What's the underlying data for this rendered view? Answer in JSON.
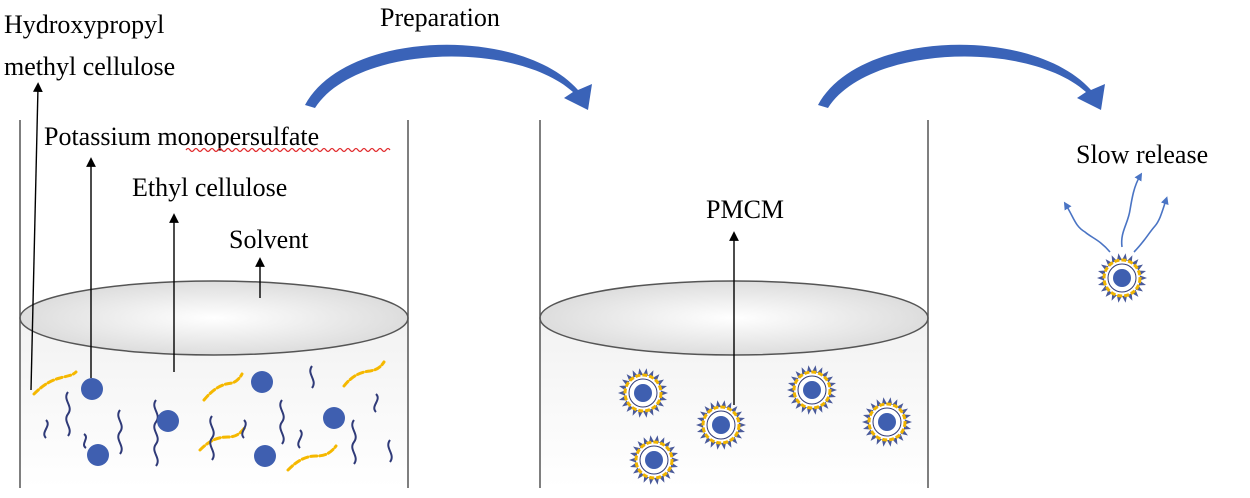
{
  "labels": {
    "hpmc_line1": "Hydroxypropyl",
    "hpmc_line2": "methyl cellulose",
    "potassium": "Potassium monopersulfate",
    "ethyl": "Ethyl cellulose",
    "solvent": "Solvent",
    "preparation": "Preparation",
    "pmcm": "PMCM",
    "slow_release": "Slow release"
  },
  "colors": {
    "dark_blue": "#2f3a78",
    "particle_blue": "#3f5fb0",
    "fiber_yellow": "#f5b800",
    "shell_yellow": "#f0b400",
    "spike_blue": "#4a5a9a",
    "process_arrow": "#3a63b8",
    "release_arrow": "#4a74c4",
    "outline": "#555555",
    "liquid_top": "#dcdcdc"
  },
  "icons": {
    "process_arrows": "curved-arrow-icon",
    "release_arrows": "wavy-arrow-icon"
  }
}
